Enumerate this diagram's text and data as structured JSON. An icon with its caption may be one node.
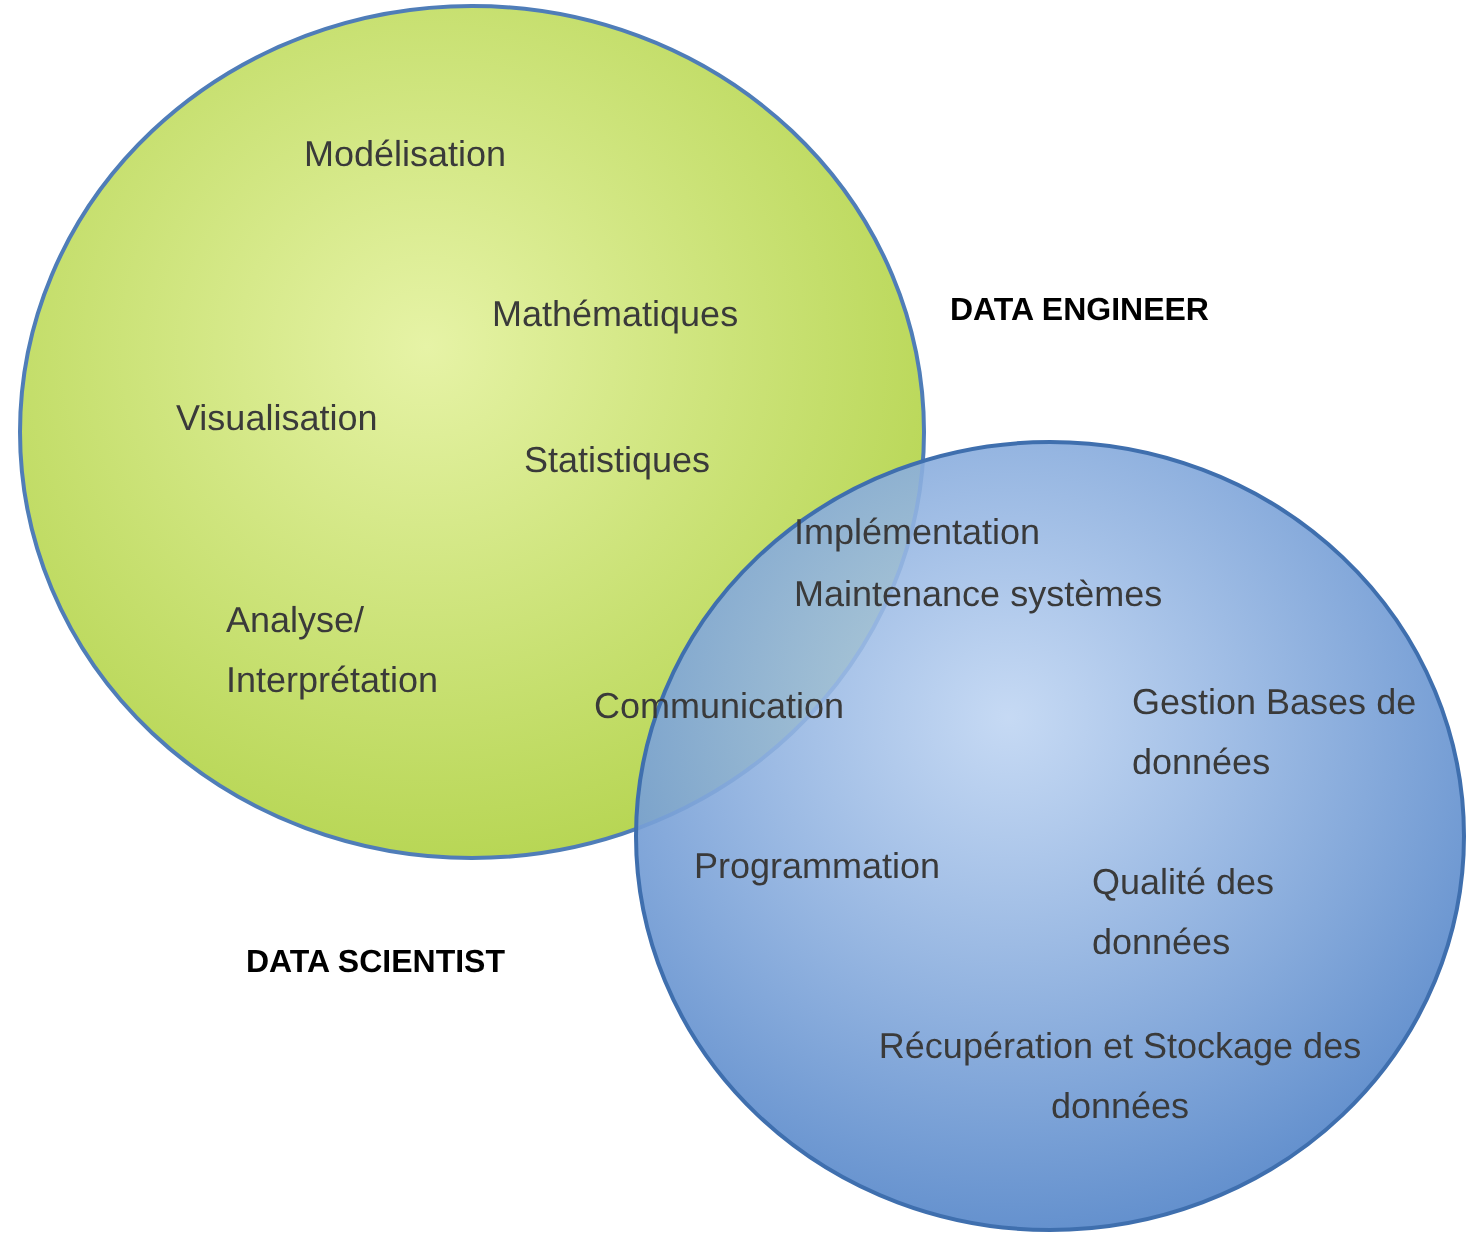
{
  "diagram": {
    "nodes": [
      {
        "text": [
          "Modélisation",
          "Mathématiques",
          "Visualisation",
          "Statistiques",
          "Analyse/ Interprétation"
        ]
      },
      {
        "text": [
          "Gestion Bases de données",
          "Qualité des données",
          "Récupération et Stockage des données"
        ]
      }
    ],
    "labels": [
      "DATA ENGINEER",
      "Implémentation",
      "Maintenance systèmes",
      "Communication",
      "Programmation",
      "DATA SCIENTIST"
    ]
  }
}
